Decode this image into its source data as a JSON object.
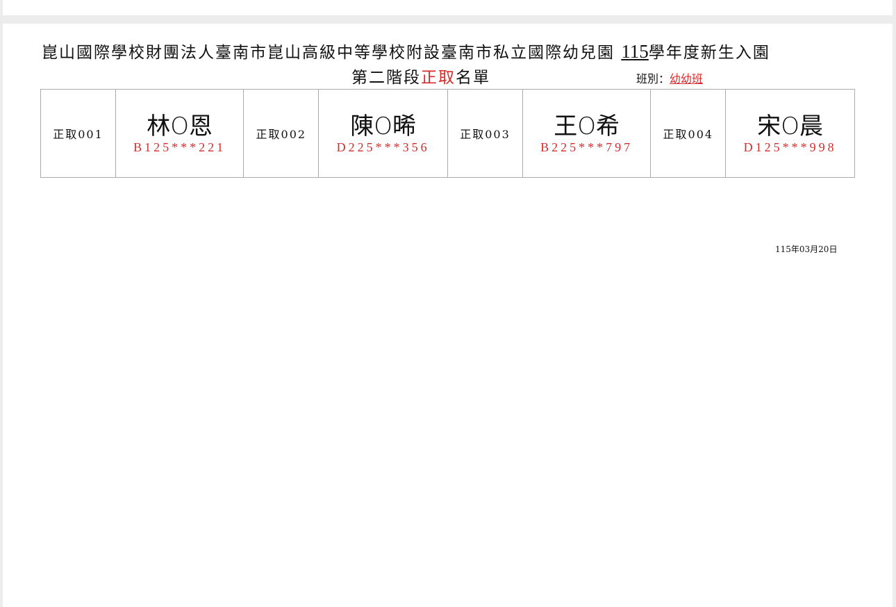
{
  "title_line1_prefix": "崑山國際學校財團法人臺南市崑山高級中等學校附設臺南市私立國際幼兒園",
  "school_year": "115",
  "title_line1_suffix": "學年度新生入園",
  "title_line2_prefix": "第二階段",
  "title_line2_highlight": "正取",
  "title_line2_suffix": "名單",
  "class_label": "班別：",
  "class_value": "幼幼班",
  "students": [
    {
      "rank": "正取001",
      "name": "林O恩",
      "id": "B125***221"
    },
    {
      "rank": "正取002",
      "name": "陳O晞",
      "id": "D225***356"
    },
    {
      "rank": "正取003",
      "name": "王O希",
      "id": "B225***797"
    },
    {
      "rank": "正取004",
      "name": "宋O晨",
      "id": "D125***998"
    }
  ],
  "date": "115年03月20日"
}
